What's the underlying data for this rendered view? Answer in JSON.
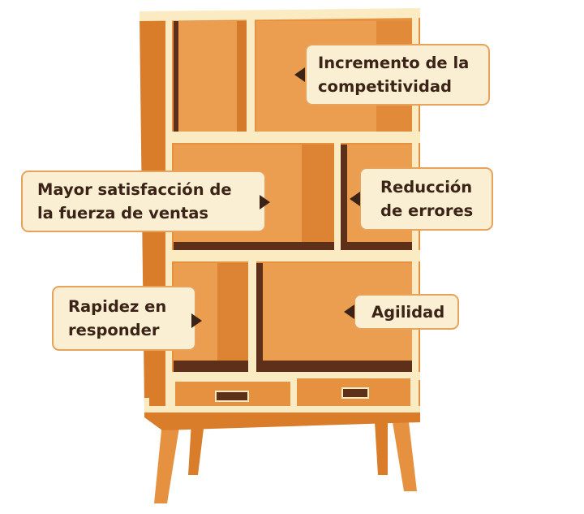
{
  "colors": {
    "wood_main": "#e6913f",
    "wood_side": "#d97d2b",
    "wood_panel": "#eb9d50",
    "wood_dark": "#5e2f19",
    "trim": "#faebc3",
    "callout_fill": "#fbefd3",
    "callout_border": "#e7a25b",
    "text": "#3b2417"
  },
  "callouts": {
    "competitividad": {
      "text": "Incremento de la\ncompetitividad",
      "pointer": "left"
    },
    "satisfaccion": {
      "text": "Mayor satisfacción de\nla fuerza de ventas",
      "pointer": "right"
    },
    "errores": {
      "text": "Reducción\nde errores",
      "pointer": "left"
    },
    "rapidez": {
      "text": "Rapidez en\nresponder",
      "pointer": "right"
    },
    "agilidad": {
      "text": "Agilidad",
      "pointer": "left"
    }
  }
}
